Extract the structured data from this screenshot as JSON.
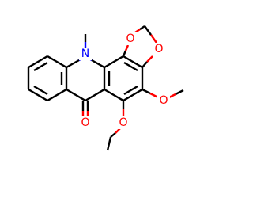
{
  "atoms": {
    "n10": {
      "symbol": "N",
      "color": "#0000ff"
    },
    "o_carbonyl": {
      "symbol": "O",
      "color": "#ff0000"
    },
    "o_methylenedioxy_1": {
      "symbol": "O",
      "color": "#ff0000"
    },
    "o_methylenedioxy_2": {
      "symbol": "O",
      "color": "#ff0000"
    },
    "o_methoxy": {
      "symbol": "O",
      "color": "#ff0000"
    },
    "o_ethoxy": {
      "symbol": "O",
      "color": "#ff0000"
    }
  },
  "colors": {
    "bond": "#000000",
    "nitrogen": "#0000ff",
    "oxygen": "#ff0000",
    "background": "#ffffff"
  }
}
